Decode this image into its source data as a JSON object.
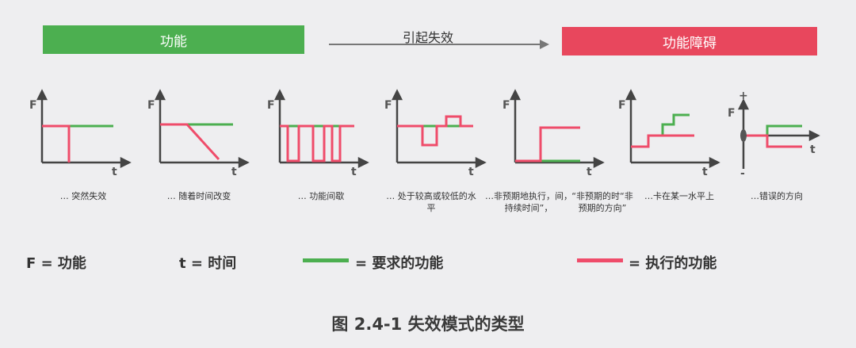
{
  "header": {
    "function_label": "功能",
    "cause_label": "引起失效",
    "failure_label": "功能障碍",
    "function_color": "#4caf50",
    "failure_color": "#e8475d"
  },
  "axis_labels": {
    "f": "F",
    "t": "t",
    "plus": "+",
    "minus": "-"
  },
  "panels": [
    {
      "caption": "… 突然失效"
    },
    {
      "caption": "… 随着时间改变"
    },
    {
      "caption": "… 功能间歇"
    },
    {
      "caption": "… 处于较高或较低的水平"
    },
    {
      "caption": "…非预期地执行，间，持续时间”，"
    },
    {
      "caption": "“非预期的时“非预期的方向”"
    },
    {
      "caption": "…卡在某一水平上"
    },
    {
      "caption": "…错误的方向"
    }
  ],
  "legend": {
    "f_def": "F = 功能",
    "t_def": "t = 时间",
    "required_label": "= 要求的功能",
    "executed_label": "= 执行的功能",
    "required_color": "#4caf50",
    "executed_color": "#ef4c6a"
  },
  "figure_caption": "图  2.4-1 失效模式的类型"
}
